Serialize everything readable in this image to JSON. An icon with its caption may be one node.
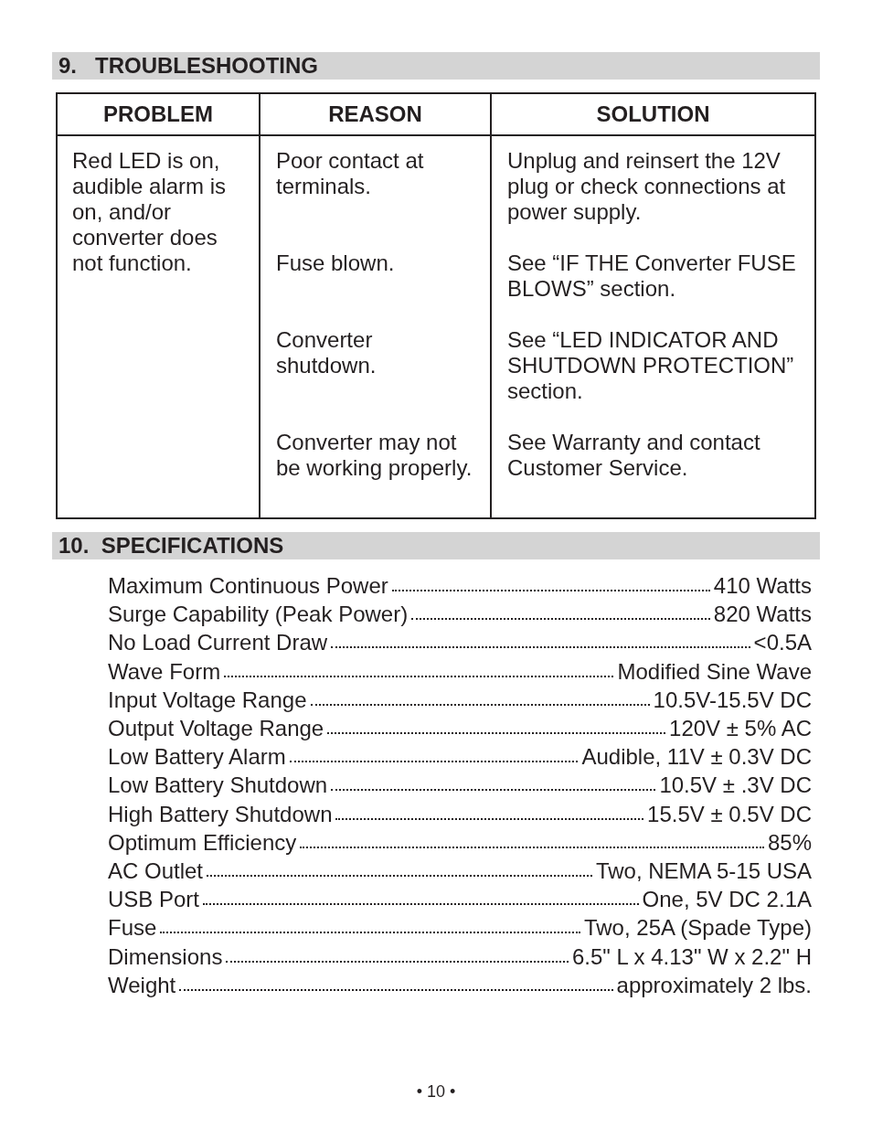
{
  "diagram": {
    "labels": [
      "9.   TROUBLESHOOTING",
      "PROBLEM",
      "REASON",
      "SOLUTION",
      "Red LED is on, audible alarm is on, and/or converter does not function.",
      "Poor contact at terminals.",
      "Unplug and reinsert the 12V plug or check connections at power supply.",
      "Fuse blown.",
      "See “IF THE Converter FUSE BLOWS” section.",
      "Converter shutdown.",
      "See “LED INDICATOR AND SHUTDOWN PROTECTION” section.",
      "Converter may not be working properly.",
      "See Warranty and contact Customer Service.",
      "10.  SPECIFICATIONS",
      "Maximum Continuous Power",
      "410 Watts",
      "Surge Capability (Peak Power)",
      "820 Watts",
      "No Load Current Draw",
      "<0.5A",
      "Wave Form",
      "Modified Sine Wave",
      "Input Voltage Range",
      "10.5V-15.5V DC",
      "Output Voltage Range",
      "120V ± 5% AC",
      "Low Battery Alarm",
      "Audible, 11V ± 0.3V DC",
      "Low Battery Shutdown",
      "10.5V ± .3V DC",
      "High Battery Shutdown",
      "15.5V ± 0.5V DC",
      "Optimum Efficiency",
      "85%",
      "AC Outlet",
      "Two, NEMA 5-15 USA",
      "USB Port",
      "One, 5V DC 2.1A",
      "Fuse",
      "Two, 25A (Spade Type)",
      "Dimensions",
      "6.5\" L x 4.13\" W x 2.2\" H",
      "Weight",
      "approximately 2 lbs.",
      "• 10 •"
    ]
  }
}
